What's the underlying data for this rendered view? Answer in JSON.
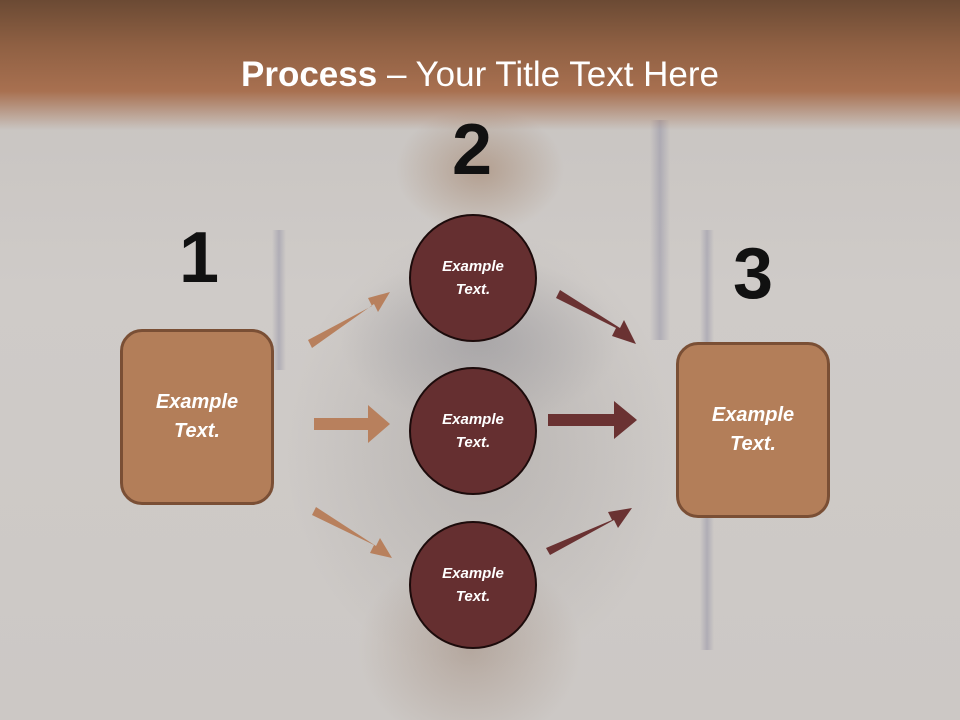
{
  "slide": {
    "title_bold": "Process",
    "title_rest": " – Your Title Text Here"
  },
  "steps": {
    "step1": "1",
    "step2": "2",
    "step3": "3"
  },
  "nodes": {
    "left_box": "Example\nText.",
    "circle_top": "Example\nText.",
    "circle_middle": "Example\nText.",
    "circle_bottom": "Example\nText.",
    "right_box": "Example\nText."
  },
  "colors": {
    "header": "#a87050",
    "box_fill": "#b37e59",
    "box_border": "#7a4f35",
    "circle_fill": "#652f30",
    "arrow_light": "#b8805d",
    "arrow_dark": "#6a3232"
  }
}
